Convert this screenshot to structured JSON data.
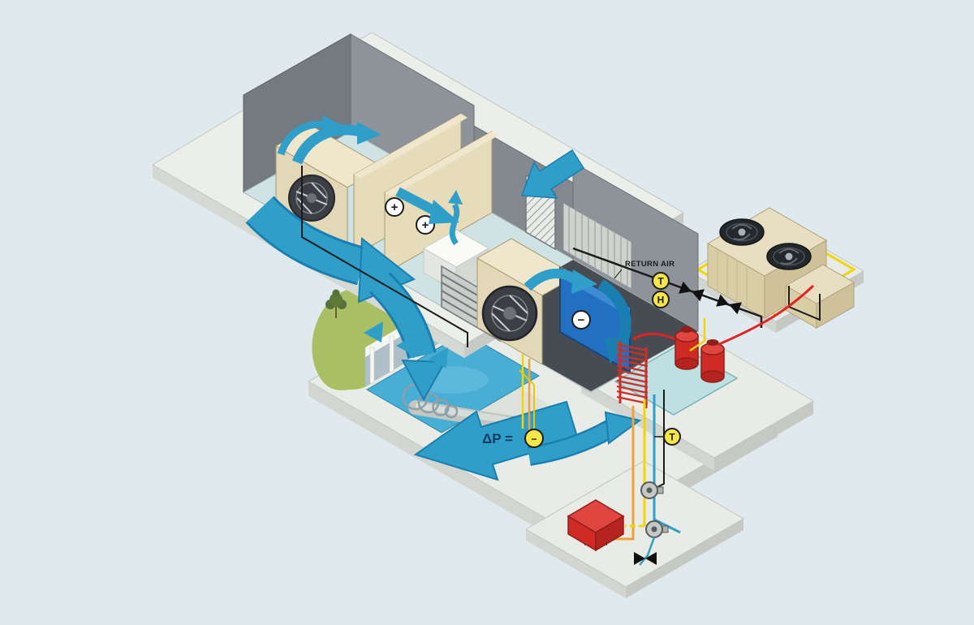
{
  "diagram": {
    "labels": {
      "return_air": "RETURN AIR",
      "delta_p": "ΔP ="
    },
    "sensors": {
      "return_air_temp": "T",
      "return_air_humidity": "H",
      "chilled_water_temp": "T",
      "filter_dp": "−"
    },
    "coil_symbols": {
      "preheat_plus_a": "+",
      "preheat_plus_b": "+",
      "cooling_minus": "−"
    },
    "colors": {
      "background": "#dfe9ee",
      "slab": "#eceee9",
      "slab_edge": "#c8cbc5",
      "wall_gray": "#8e939a",
      "airflow_blue": "#2f9ec9",
      "airflow_blue_dark": "#1a7fb0",
      "panel_tan": "#e2d7b6",
      "cooling_coil_blue": "#2170c2",
      "pump_red": "#cf2b24",
      "pipe_yellow": "#f2d504",
      "pipe_orange": "#f0a13a",
      "pipe_red": "#e02424",
      "pipe_blue": "#2f9ec9",
      "pipe_black": "#1c1c1c",
      "vegetation_green": "#a9bf63",
      "water_blue": "#49aed3",
      "sensor_yellow": "#f7e64a"
    }
  }
}
